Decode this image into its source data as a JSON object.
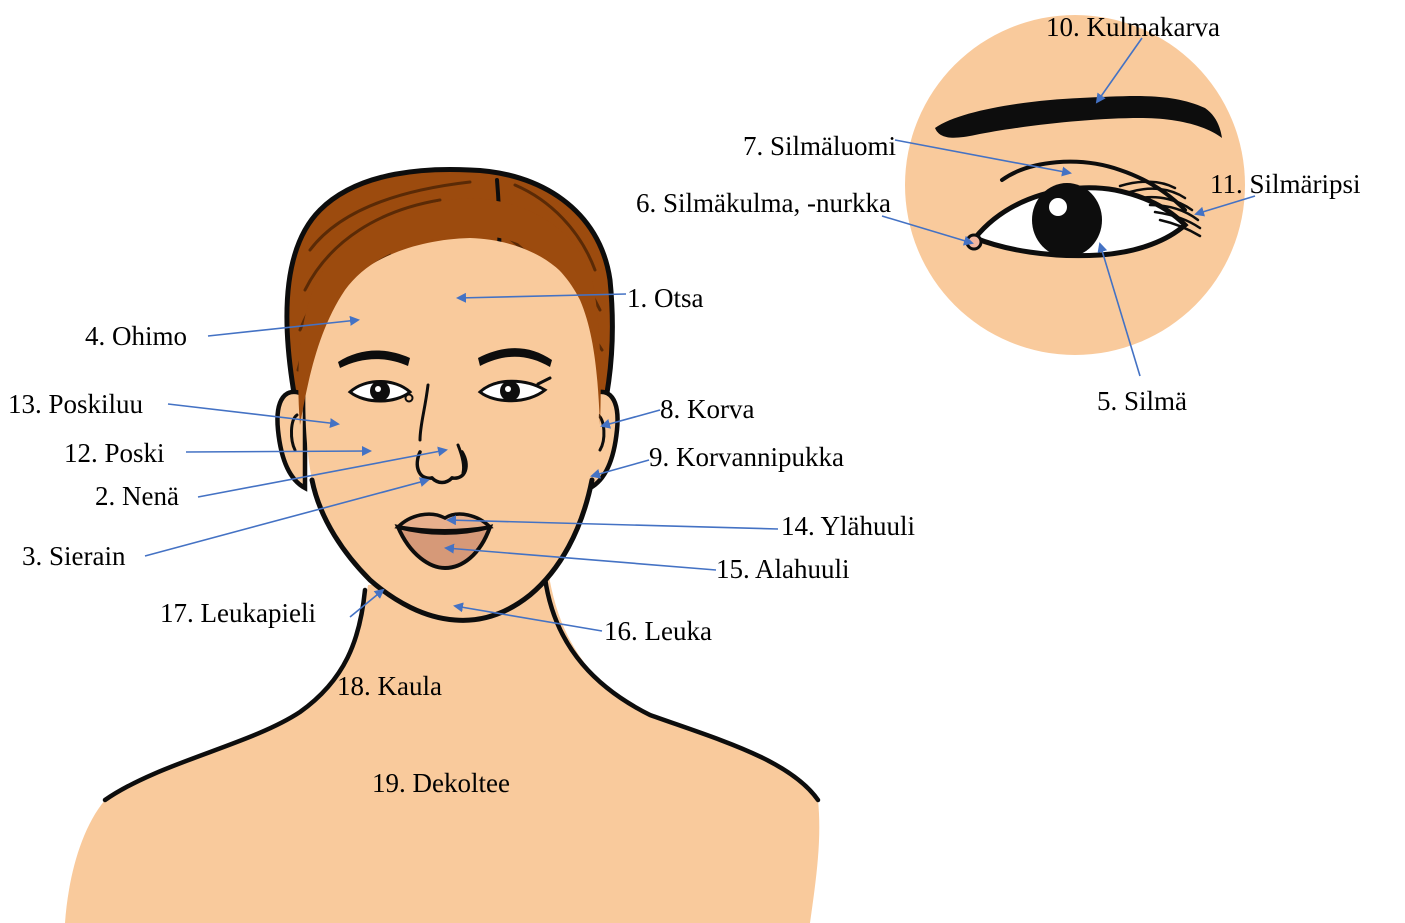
{
  "colors": {
    "skin": "#f9ca9c",
    "hair": "#9c4b0e",
    "lips_upper": "#e8b08d",
    "lips_lower": "#d69978",
    "outline": "#0d0d0d",
    "leader_line": "#4472c4"
  },
  "icons": {
    "face": "face-illustration-icon",
    "eye_closeup": "eye-closeup-icon",
    "arrow": "arrowhead-icon"
  },
  "labels": {
    "l1": "1. Otsa",
    "l2": "2. Nenä",
    "l3": "3. Sierain",
    "l4": "4. Ohimo",
    "l5": "5. Silmä",
    "l6": "6. Silmäkulma, -nurkka",
    "l7": "7. Silmäluomi",
    "l8": "8. Korva",
    "l9": "9. Korvannipukka",
    "l10": "10. Kulmakarva",
    "l11": "11. Silmäripsi",
    "l12": "12. Poski",
    "l13": "13. Poskiluu",
    "l14": "14. Ylähuuli",
    "l15": "15. Alahuuli",
    "l16": "16. Leuka",
    "l17": "17. Leukapieli",
    "l18": "18. Kaula",
    "l19": "19. Dekoltee"
  }
}
